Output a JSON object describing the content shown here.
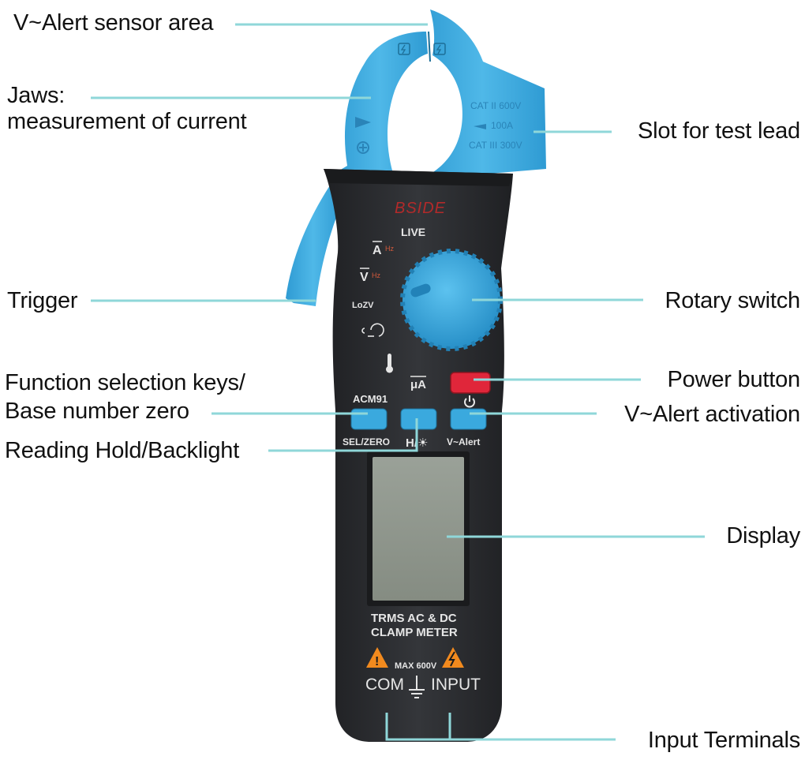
{
  "callouts": {
    "sensor_area": "V~Alert sensor area",
    "jaws_line1": "Jaws:",
    "jaws_line2": "measurement of current",
    "slot": "Slot for test lead",
    "trigger": "Trigger",
    "rotary": "Rotary switch",
    "func_line1": "Function selection keys/",
    "func_line2": "Base number zero",
    "power": "Power button",
    "valert": "V~Alert activation",
    "hold": "Reading Hold/Backlight",
    "display": "Display",
    "terminals": "Input Terminals"
  },
  "device": {
    "brand": "BSIDE",
    "live": "LIVE",
    "model": "ACM91",
    "key_sel": "SEL/ZERO",
    "key_hold": "H/☀",
    "key_valert": "V~Alert",
    "func_a": "A",
    "func_v": "V",
    "func_hz": "Hz",
    "func_loz": "LoZV",
    "ua_label": "μA",
    "title_line1": "TRMS AC & DC",
    "title_line2": "CLAMP METER",
    "max": "MAX 600V",
    "com": "COM",
    "input": "INPUT",
    "cat1": "CAT II 600V",
    "cat2": "100A",
    "cat3": "CAT III 300V"
  },
  "colors": {
    "body": "#2b2d30",
    "clamp": "#3aa9de",
    "leader": "#8fd7d9",
    "power_button": "#e0263a",
    "display_lcd": "#8f968c"
  }
}
